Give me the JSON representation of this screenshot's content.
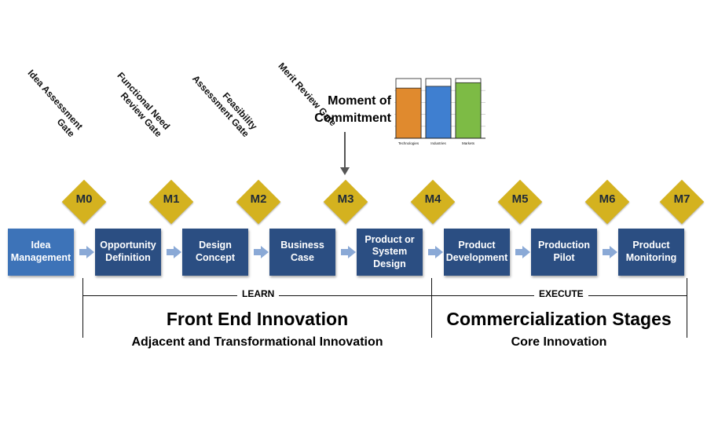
{
  "stages": [
    {
      "label": "Idea\nManagement"
    },
    {
      "label": "Opportunity\nDefinition"
    },
    {
      "label": "Design\nConcept"
    },
    {
      "label": "Business\nCase"
    },
    {
      "label": "Product or\nSystem\nDesign"
    },
    {
      "label": "Product\nDevelopment"
    },
    {
      "label": "Production\nPilot"
    },
    {
      "label": "Product\nMonitoring"
    }
  ],
  "gates": [
    {
      "code": "M0",
      "name": "Idea Assessment\nGate"
    },
    {
      "code": "M1",
      "name": "Functional Need\nReview Gate"
    },
    {
      "code": "M2",
      "name": "Feasibility\nAssessment Gate"
    },
    {
      "code": "M3",
      "name": "Merit Review Gate"
    },
    {
      "code": "M4",
      "name": ""
    },
    {
      "code": "M5",
      "name": ""
    },
    {
      "code": "M6",
      "name": ""
    },
    {
      "code": "M7",
      "name": ""
    }
  ],
  "moment": "Moment of\nCommitment",
  "phases": {
    "learn": {
      "label": "LEARN",
      "title": "Front End Innovation",
      "subtitle": "Adjacent and Transformational Innovation"
    },
    "execute": {
      "label": "EXECUTE",
      "title": "Commercialization Stages",
      "subtitle": "Core Innovation"
    }
  },
  "chart_data": {
    "type": "bar",
    "categories": [
      "Technologies",
      "Industries",
      "Markets"
    ],
    "values": [
      84,
      87,
      93
    ],
    "ylim": [
      0,
      100
    ],
    "colors": [
      "#e08a2e",
      "#3f7fd0",
      "#7dbb45"
    ]
  }
}
